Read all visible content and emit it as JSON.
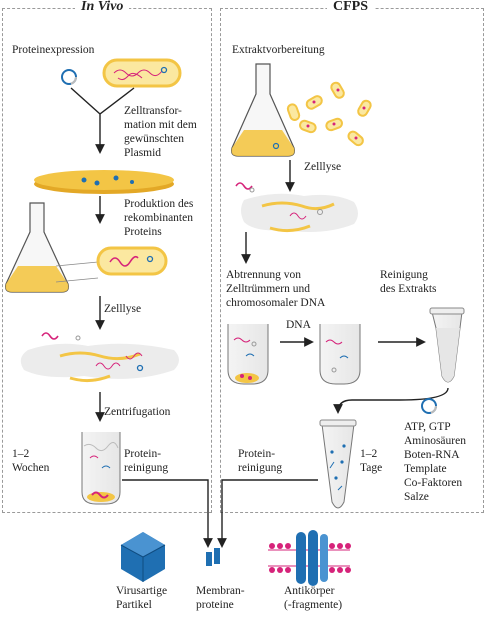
{
  "panels": {
    "left_title": "In Vivo",
    "right_title": "CFPS"
  },
  "in_vivo": {
    "proteinexpression": "Proteinexpression",
    "transformation": "Zelltransfor-\nmation mit dem\ngewünschten\nPlasmid",
    "production": "Produktion des\nrekombinanten\nProteins",
    "lysis": "Zelllyse",
    "centrifugation": "Zentrifugation",
    "duration": "1–2\nWochen",
    "purification": "Protein-\nreinigung"
  },
  "cfps": {
    "extract_prep": "Extraktvorbereitung",
    "lysis": "Zelllyse",
    "separation": "Abtrennung von\nZelltrümmern und\nchromosomaler DNA",
    "extract_cleanup": "Reinigung\ndes Extrakts",
    "dna": "DNA",
    "purification": "Protein-\nreinigung",
    "duration": "1–2\nTage",
    "components": "ATP, GTP\nAminosäuren\nBoten-RNA\nTemplate\nCo-Faktoren\nSalze"
  },
  "products": {
    "vlp": "Virusartige\nPartikel",
    "membrane": "Membran-\nproteine",
    "antibody": "Antikörper\n(-fragmente)"
  },
  "colors": {
    "yellow": "#f3c545",
    "yellow_light": "#fbe8a0",
    "magenta": "#d6237a",
    "blue": "#1f6fb2",
    "panel_border": "#9a9a9a"
  }
}
